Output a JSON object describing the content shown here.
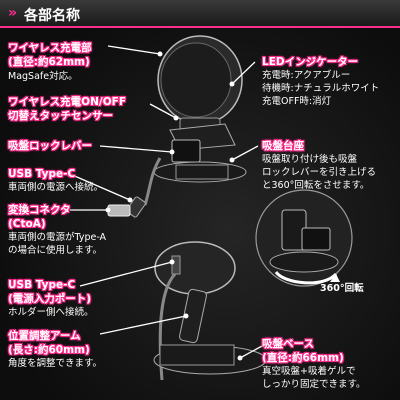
{
  "header": {
    "title": "各部名称",
    "chevron": "»"
  },
  "left": [
    {
      "label": "ワイヤレス充電部",
      "sub": "(直径:約62mm)",
      "desc": [
        "MagSafe対応。"
      ]
    },
    {
      "label": "ワイヤレス充電ON/OFF",
      "sub": "切替えタッチセンサー",
      "desc": []
    },
    {
      "label": "吸盤ロックレバー",
      "sub": "",
      "desc": []
    },
    {
      "label": "USB Type-C",
      "sub": "",
      "desc": [
        "車両側の電源へ接続。"
      ]
    },
    {
      "label": "変換コネクタ",
      "sub": "(CtoA)",
      "desc": [
        "車両側の電源がType-A",
        "の場合に使用します。"
      ]
    },
    {
      "label": "USB Type-C",
      "sub": "(電源入力ポート)",
      "desc": [
        "ホルダー側へ接続。"
      ]
    },
    {
      "label": "位置調整アーム",
      "sub": "(長さ:約60mm)",
      "desc": [
        "角度を調整できます。"
      ]
    }
  ],
  "right": [
    {
      "label": "LEDインジケーター",
      "desc": [
        "充電時:アクアブルー",
        "待機時:ナチュラルホワイト",
        "充電OFF時:消灯"
      ]
    },
    {
      "label": "吸盤台座",
      "desc": [
        "吸盤取り付け後も吸盤",
        "ロックレバーを引き上げる",
        "と360°回転をさせます。"
      ]
    },
    {
      "label": "吸盤ベース",
      "sub": "(直径:約66mm)",
      "desc": [
        "真空吸盤+吸着ゲルで",
        "しっかり固定できます。"
      ]
    }
  ],
  "inset": {
    "rotation_label": "360°回転"
  }
}
